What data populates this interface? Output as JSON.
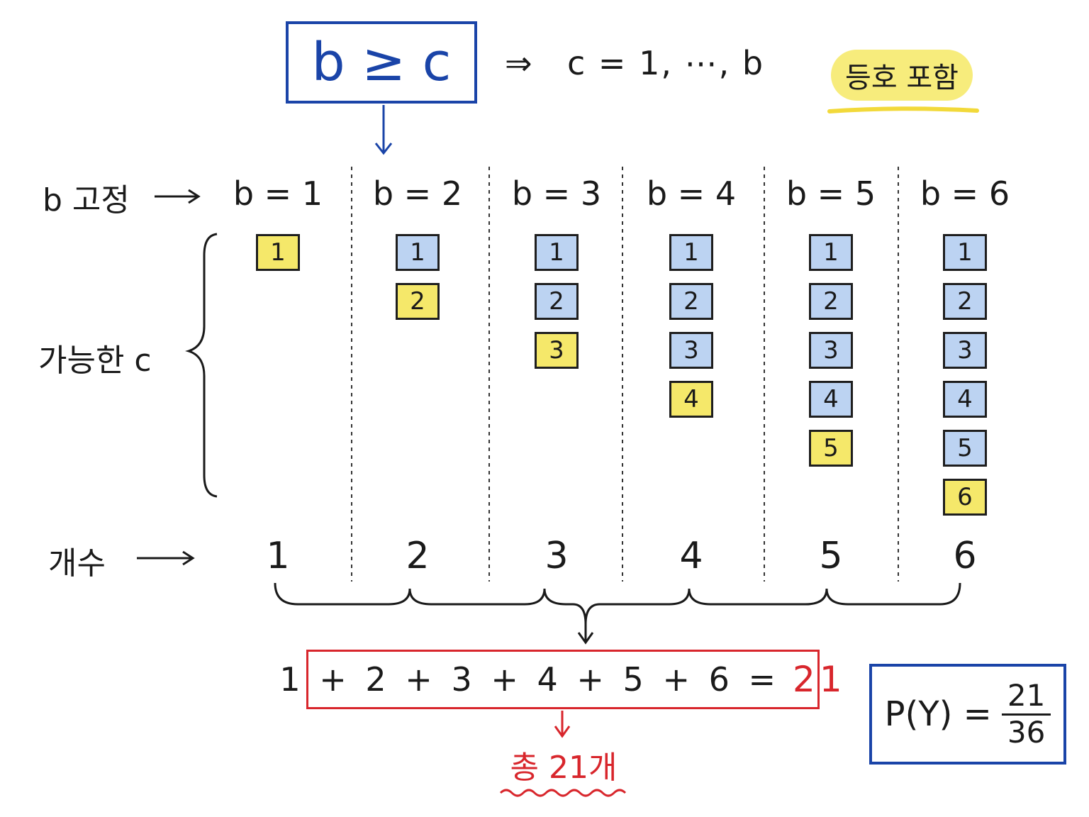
{
  "header": {
    "condition": "b ≥ c",
    "implies": "⇒",
    "c_range": "c = 1, ⋯, b",
    "equality_badge": "등호 포함"
  },
  "labels": {
    "b_fixed": "b 고정",
    "possible_c": "가능한 c",
    "count": "개수"
  },
  "columns": [
    {
      "head": "b = 1",
      "b": 1,
      "count": "1"
    },
    {
      "head": "b = 2",
      "b": 2,
      "count": "2"
    },
    {
      "head": "b = 3",
      "b": 3,
      "count": "3"
    },
    {
      "head": "b = 4",
      "b": 4,
      "count": "4"
    },
    {
      "head": "b = 5",
      "b": 5,
      "count": "5"
    },
    {
      "head": "b = 6",
      "b": 6,
      "count": "6"
    }
  ],
  "sum": {
    "expression": "1 + 2 + 3 + 4 + 5 + 6 =",
    "total": "21"
  },
  "total_text": "총 21개",
  "probability": {
    "lhs": "P(Y) =",
    "numerator": "21",
    "denominator": "36"
  },
  "colors": {
    "blue_accent": "#1a44a8",
    "red_accent": "#d8262c",
    "box_prior": "#bcd3f2",
    "box_equal": "#f5e86a",
    "badge": "#f7ec7c"
  }
}
